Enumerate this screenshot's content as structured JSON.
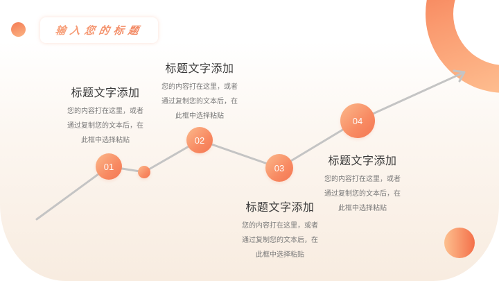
{
  "header": {
    "title": "输入您的标题"
  },
  "colors": {
    "accent_dark": "#f4704a",
    "accent_light": "#fdc08f",
    "line": "#c4c4c4",
    "panel_bottom": "#f8ece0",
    "heading_text": "#3a3a3a",
    "body_text": "#7a7a7a"
  },
  "steps": [
    {
      "number": "01",
      "heading": "标题文字添加",
      "body": [
        "您的内容打在这里，或者",
        "通过复制您的文本后，在",
        "此框中选择粘贴"
      ]
    },
    {
      "number": "02",
      "heading": "标题文字添加",
      "body": [
        "您的内容打在这里，或者",
        "通过复制您的文本后，在",
        "此框中选择粘贴"
      ]
    },
    {
      "number": "03",
      "heading": "标题文字添加",
      "body": [
        "您的内容打在这里，或者",
        "通过复制您的文本后，在",
        "此框中选择粘贴"
      ]
    },
    {
      "number": "04",
      "heading": "标题文字添加",
      "body": [
        "您的内容打在这里，或者",
        "通过复制您的文本后，在",
        "此框中选择粘贴"
      ]
    }
  ]
}
